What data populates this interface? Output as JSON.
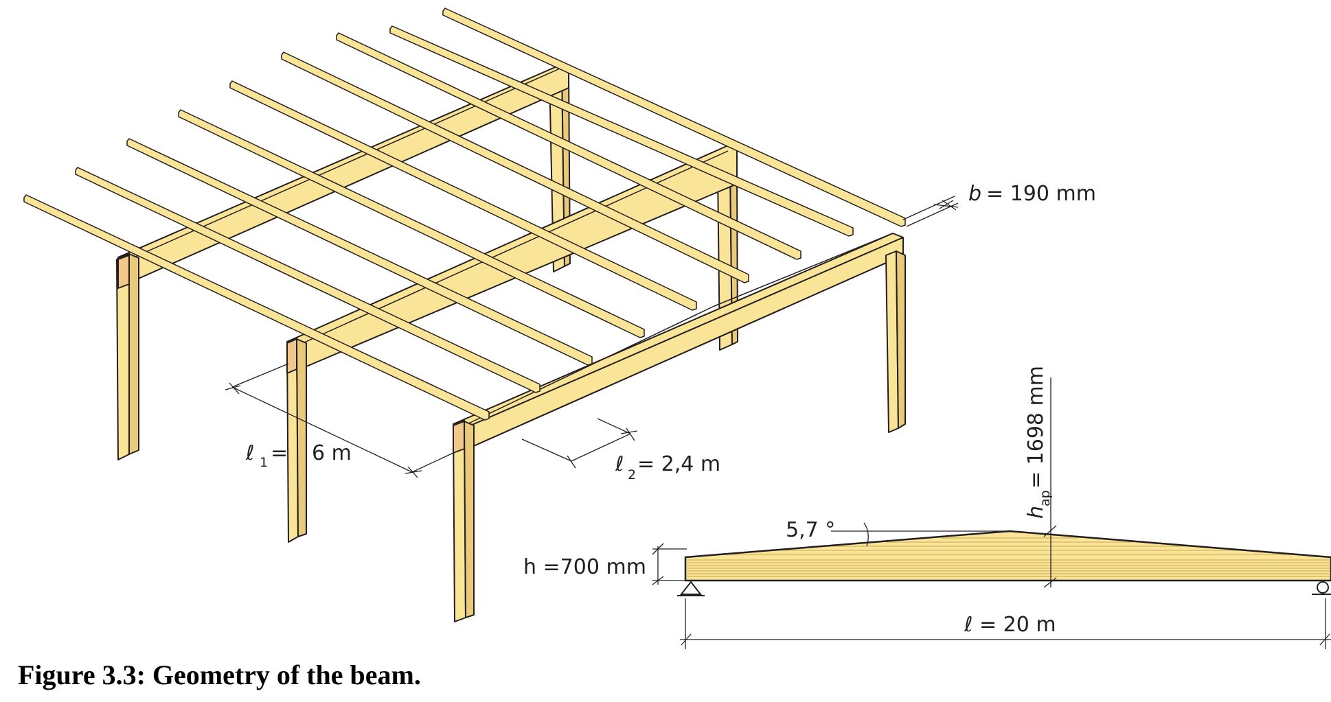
{
  "diagram": {
    "colors": {
      "wood_face": "#fae497",
      "wood_dark": "#e9c97a",
      "wood_end": "#f2c88a",
      "outline": "#231f20",
      "grain": "#c9a94f"
    },
    "annotations": {
      "b_symbol": "b",
      "b_value": "= 190 mm",
      "l1_symbol": "ℓ",
      "l1_sub": "1",
      "l1_eq": "=",
      "l1_value": "6 m",
      "l2_symbol": "ℓ",
      "l2_sub": "2",
      "l2_value": "= 2,4 m",
      "angle": "5,7 °",
      "h_label": "h =700 mm",
      "hap_symbol": "h",
      "hap_sub": "ap",
      "hap_value": "= 1698 mm",
      "span_symbol": "ℓ",
      "span_value": "= 20 m"
    }
  },
  "caption": "Figure 3.3: Geometry of the beam."
}
